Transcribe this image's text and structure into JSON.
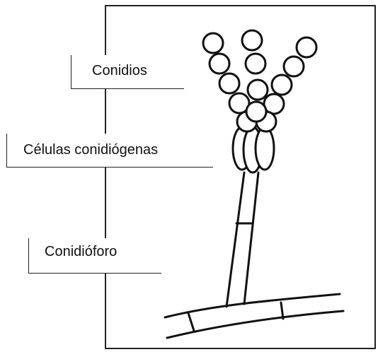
{
  "labels": {
    "conidios": "Conidios",
    "celulas": "Células conidiógenas",
    "conidioforo": "Conidióforo"
  },
  "colors": {
    "stroke": "#111111",
    "background": "#ffffff"
  }
}
